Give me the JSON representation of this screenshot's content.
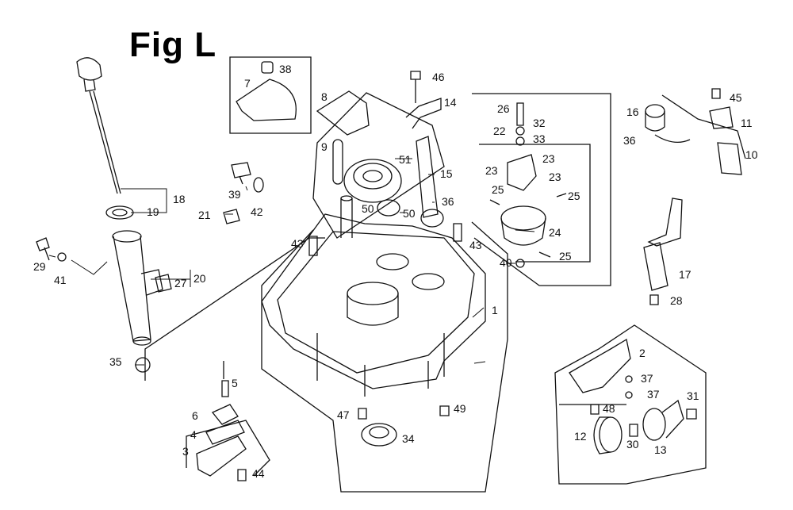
{
  "figure": {
    "title": "Fig L"
  },
  "callouts": {
    "c1": "1",
    "c2": "2",
    "c3": "3",
    "c4": "4",
    "c5": "5",
    "c6": "6",
    "c7": "7",
    "c8": "8",
    "c9": "9",
    "c10": "10",
    "c11": "11",
    "c12": "12",
    "c13": "13",
    "c14": "14",
    "c15": "15",
    "c16": "16",
    "c17": "17",
    "c18": "18",
    "c19": "19",
    "c20": "20",
    "c21": "21",
    "c22": "22",
    "c23a": "23",
    "c23b": "23",
    "c23c": "23",
    "c24": "24",
    "c25a": "25",
    "c25b": "25",
    "c25c": "25",
    "c26": "26",
    "c27": "27",
    "c28": "28",
    "c29": "29",
    "c30": "30",
    "c31": "31",
    "c32": "32",
    "c33": "33",
    "c34": "34",
    "c35": "35",
    "c36a": "36",
    "c36b": "36",
    "c37a": "37",
    "c37b": "37",
    "c38": "38",
    "c39": "39",
    "c40": "40",
    "c41": "41",
    "c42": "42",
    "c43a": "43",
    "c43b": "43",
    "c44": "44",
    "c45": "45",
    "c46": "46",
    "c47": "47",
    "c48": "48",
    "c49": "49",
    "c50a": "50",
    "c50b": "50",
    "c51": "51"
  }
}
